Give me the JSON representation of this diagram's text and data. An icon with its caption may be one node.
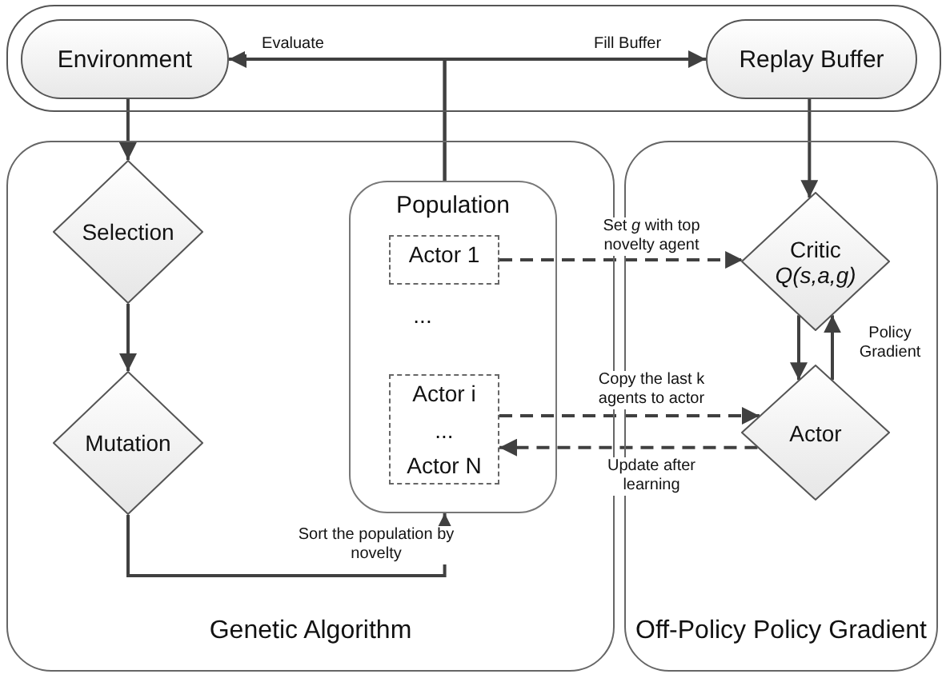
{
  "diagram": {
    "nodes": [
      {
        "text": [
          "Environment"
        ]
      },
      {
        "text": [
          "Replay Buffer"
        ]
      },
      {
        "text": [
          "Genetic Algorithm"
        ]
      },
      {
        "text": [
          "Selection"
        ],
        "in": 2
      },
      {
        "text": [
          "Mutation"
        ],
        "in": 2
      },
      {
        "text": [
          "Population"
        ],
        "in": 2
      },
      {
        "text": [
          "Actor 1"
        ],
        "in": 5
      },
      {
        "text": [
          "Actor i",
          "...",
          "Actor N"
        ],
        "in": 5
      },
      {
        "text": [
          "Off-Policy Policy Gradient"
        ]
      },
      {
        "text": [
          "Critic",
          "Q(s,a,g)"
        ],
        "in": 8
      },
      {
        "text": [
          "Actor"
        ],
        "in": 8
      }
    ],
    "edges": [
      {
        "from": 5,
        "to": 0,
        "arrow": "to",
        "label": "Evaluate"
      },
      {
        "from": 5,
        "to": 1,
        "arrow": "to",
        "label": "Fill Buffer"
      },
      {
        "from": 0,
        "to": 3,
        "arrow": "to"
      },
      {
        "from": 3,
        "to": 4,
        "arrow": "to"
      },
      {
        "from": 4,
        "to": 5,
        "arrow": "to",
        "label": "Sort the population by novelty"
      },
      {
        "from": 1,
        "to": 9,
        "arrow": "to"
      },
      {
        "from": 6,
        "to": 9,
        "arrow": "to",
        "style": "dashed",
        "label": "Set *g* with top novelty agent"
      },
      {
        "from": 7,
        "to": 10,
        "arrow": "to",
        "style": "dashed",
        "label": "Copy the last k agents to actor"
      },
      {
        "from": 10,
        "to": 7,
        "arrow": "to",
        "style": "dashed",
        "label": "Update after learning"
      },
      {
        "from": 9,
        "to": 10,
        "arrow": "to"
      },
      {
        "from": 10,
        "to": 9,
        "arrow": "to",
        "label": "Policy Gradient"
      }
    ],
    "labels": [
      "..."
    ]
  }
}
